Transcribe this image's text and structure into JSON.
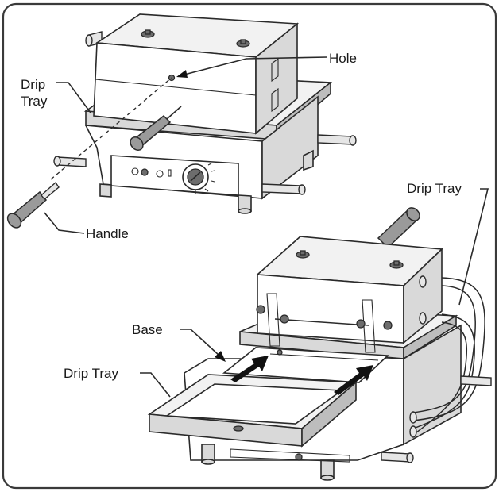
{
  "labels": {
    "hole": "Hole",
    "drip_tray_top_line1": "Drip",
    "drip_tray_top_line2": "Tray",
    "handle": "Handle",
    "drip_tray_right": "Drip Tray",
    "base": "Base",
    "drip_tray_bottom": "Drip Tray"
  },
  "colors": {
    "line": "#2a2a2a",
    "background": "#ffffff"
  }
}
